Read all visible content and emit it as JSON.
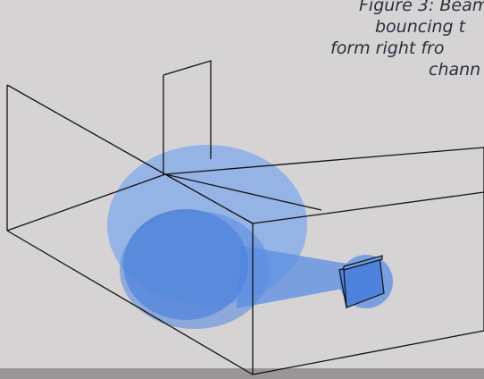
{
  "caption": {
    "line1": "Figure 3: Beam",
    "line2": "bouncing t",
    "line3": "form right fro",
    "line4": "chann"
  },
  "colors": {
    "page_bg": "#c7c3c5",
    "panel_bg": "#d6d3d5",
    "room_line": "#111111",
    "beam_light": "#7fa9ea",
    "beam_dark": "#3c73d6"
  },
  "icons": {
    "room": "wireframe-room",
    "door": "door-outline",
    "speaker": "speaker-box",
    "beam": "sound-beam"
  }
}
